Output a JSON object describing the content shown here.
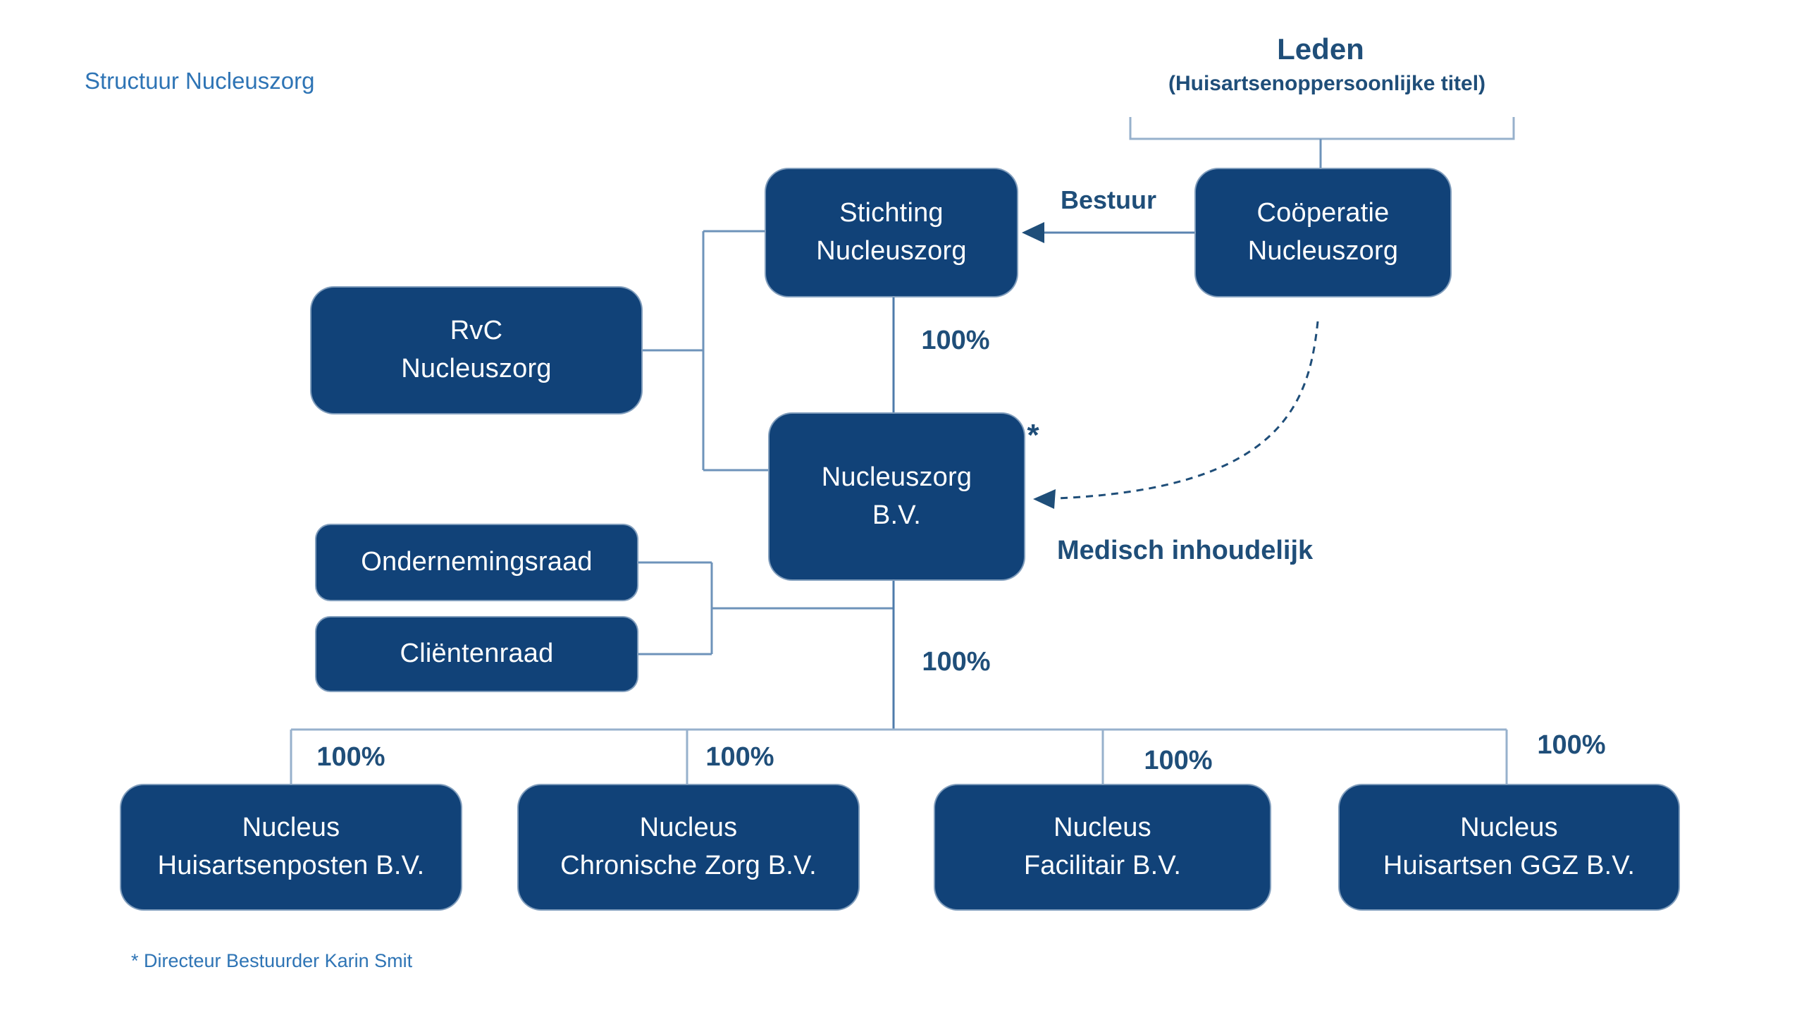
{
  "header": {
    "title": "Structuur Nucleuszorg"
  },
  "leden": {
    "title": "Leden",
    "subtitle": "(Huisartsenoppersoonlijke titel)"
  },
  "nodes": {
    "stichting": {
      "line1": "Stichting",
      "line2": "Nucleuszorg"
    },
    "cooperatie": {
      "line1": "Coöperatie",
      "line2": "Nucleuszorg"
    },
    "rvc": {
      "line1": "RvC",
      "line2": "Nucleuszorg"
    },
    "nucleuszorg_bv": {
      "line1": "Nucleuszorg",
      "line2": "B.V."
    },
    "ondernemingsraad": {
      "label": "Ondernemingsraad"
    },
    "clientenraad": {
      "label": "Cliëntenraad"
    },
    "sub1": {
      "line1": "Nucleus",
      "line2": "Huisartsenposten B.V."
    },
    "sub2": {
      "line1": "Nucleus",
      "line2": "Chronische Zorg B.V."
    },
    "sub3": {
      "line1": "Nucleus",
      "line2": "Facilitair B.V."
    },
    "sub4": {
      "line1": "Nucleus",
      "line2": "Huisartsen GGZ B.V."
    }
  },
  "labels": {
    "bestuur": "Bestuur",
    "medisch": "Medisch inhoudelijk",
    "asterisk": "*",
    "pct_stichting_bv": "100%",
    "pct_bv_subs": "100%",
    "pct_sub1": "100%",
    "pct_sub2": "100%",
    "pct_sub3": "100%",
    "pct_sub4": "100%",
    "footnote": "* Directeur Bestuurder Karin Smit"
  },
  "colors": {
    "node_fill": "#114278",
    "node_text": "#ffffff",
    "label_dark_blue": "#1F4E79",
    "title_blue": "#2E74B5",
    "connector": "#6E93BA",
    "distribution_bar": "#97B1CC"
  }
}
